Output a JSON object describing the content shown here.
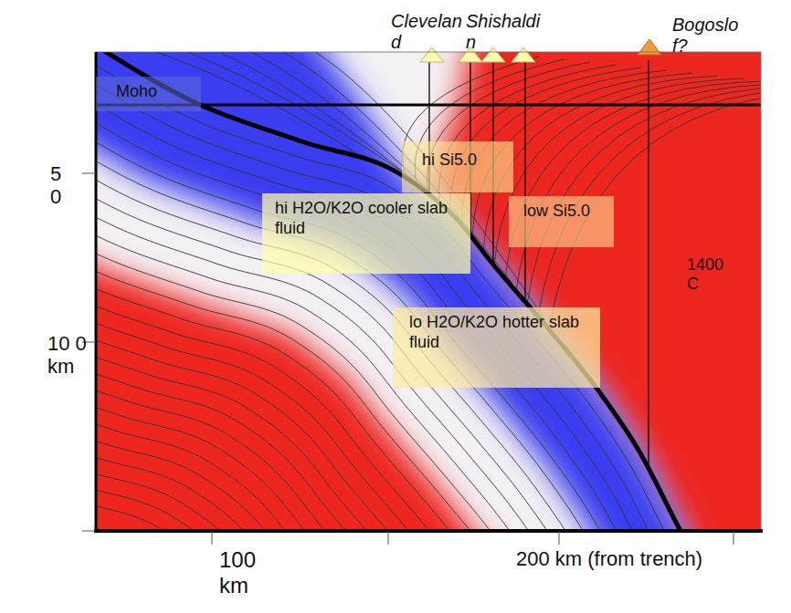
{
  "diagram": {
    "nodes": [
      {
        "text": [
          "Moho"
        ]
      },
      {
        "text": [
          "hi Si5.0"
        ]
      },
      {
        "text": [
          "hi H2O/K2O cooler slab fluid"
        ]
      },
      {
        "text": [
          "low Si5.0"
        ]
      },
      {
        "text": [
          "lo H2O/K2O hotter slab fluid"
        ]
      }
    ],
    "labels": [
      "Clevelan d",
      "Shishaldi n",
      "Bogoslo f?",
      "5 0",
      "1400 C",
      "10 0 km",
      "100 km",
      "200 km (from trench)"
    ]
  }
}
